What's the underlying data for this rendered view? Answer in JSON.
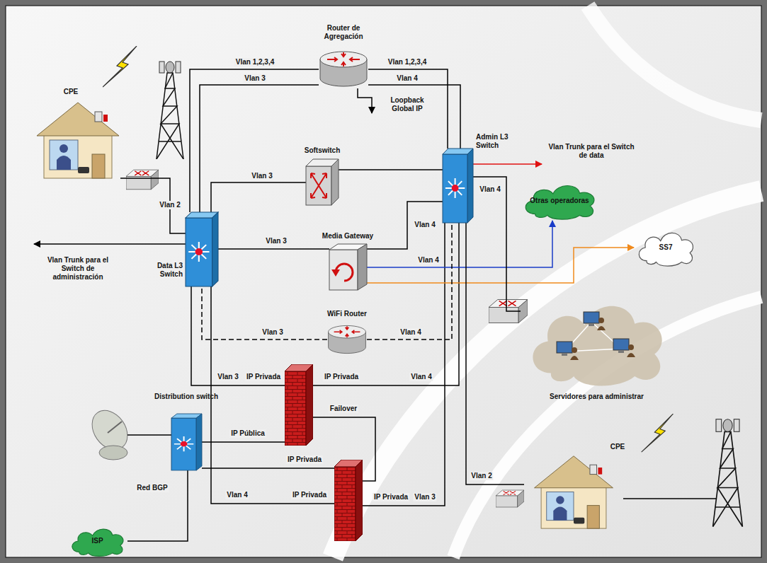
{
  "diagram": {
    "nodes": [
      {
        "text": [
          "Router de Agregación"
        ]
      },
      {
        "text": [
          "CPE"
        ]
      },
      {
        "text": [
          "Softswitch"
        ]
      },
      {
        "text": [
          "Admin L3 Switch"
        ]
      },
      {
        "text": [
          "Data L3 Switch"
        ]
      },
      {
        "text": [
          "Media Gateway"
        ]
      },
      {
        "text": [
          "Otras operadoras"
        ]
      },
      {
        "text": [
          "SS7"
        ]
      },
      {
        "text": [
          "WiFi Router"
        ]
      },
      {
        "text": [
          "Servidores para administrar"
        ]
      },
      {
        "text": [
          "Distribution switch"
        ]
      },
      {
        "text": [
          "ISP"
        ]
      },
      {
        "text": [
          "CPE"
        ]
      }
    ],
    "edges": [
      {
        "from": 0,
        "to": 4,
        "label": "Vlan 1,2,3,4",
        "arrow": "none"
      },
      {
        "from": 0,
        "to": 4,
        "label": "Vlan 3",
        "arrow": "none"
      },
      {
        "from": 0,
        "to": 3,
        "label": "Vlan 1,2,3,4",
        "arrow": "none"
      },
      {
        "from": 0,
        "to": 3,
        "label": "Vlan 4",
        "arrow": "none"
      },
      {
        "from": 2,
        "to": 4,
        "label": "Vlan 3",
        "arrow": "none"
      },
      {
        "from": 2,
        "to": 3,
        "arrow": "none"
      },
      {
        "from": 5,
        "to": 4,
        "label": "Vlan 3",
        "arrow": "none"
      },
      {
        "from": 5,
        "to": 3,
        "label": "Vlan 4",
        "arrow": "none"
      },
      {
        "from": 5,
        "to": 6,
        "label": "Vlan 4",
        "arrow": "to"
      },
      {
        "from": 5,
        "to": 7,
        "arrow": "to"
      },
      {
        "from": 8,
        "to": 4,
        "label": "Vlan 3",
        "arrow": "none"
      },
      {
        "from": 8,
        "to": 3,
        "label": "Vlan 4",
        "arrow": "none"
      },
      {
        "from": 3,
        "to": 9,
        "label": "Vlan 4",
        "arrow": "none"
      },
      {
        "from": 3,
        "to": 12,
        "label": "Vlan 2",
        "arrow": "none"
      },
      {
        "from": 4,
        "to": 1,
        "label": "Vlan 2",
        "arrow": "none"
      },
      {
        "from": 10,
        "to": 11,
        "arrow": "none"
      }
    ],
    "labels": [
      "Loopback Global IP",
      "Vlan Trunk para el Switch de data",
      "Vlan Trunk para el Switch de administración",
      "Vlan 3",
      "IP Privada",
      "IP Privada",
      "Vlan 4",
      "IP Pública",
      "Failover",
      "IP Privada",
      "Vlan 4",
      "IP Privada",
      "IP Privada",
      "Vlan 3",
      "Red BGP"
    ]
  }
}
